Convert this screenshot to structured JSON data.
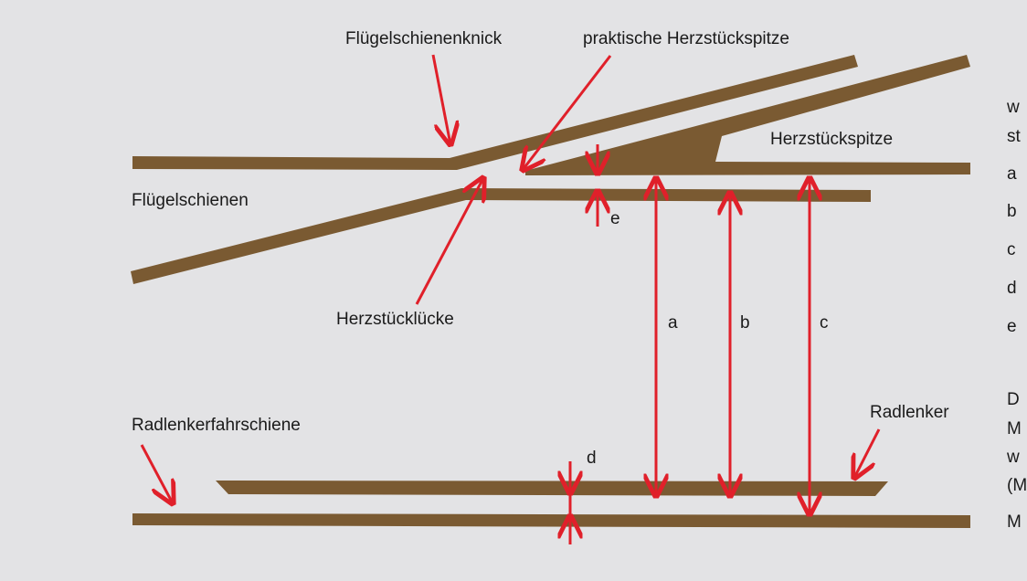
{
  "labels": {
    "fluegelschienenknick": "Flügelschienenknick",
    "praktische_herzstueckspitze": "praktische Herzstückspitze",
    "herzstueckspitze": "Herzstückspitze",
    "fluegelschienen": "Flügelschienen",
    "herzstuecklucke": "Herzstücklücke",
    "radlenkerfahrschiene": "Radlenkerfahrschiene",
    "radlenker": "Radlenker",
    "dim_a": "a",
    "dim_b": "b",
    "dim_c": "c",
    "dim_d": "d",
    "dim_e": "e"
  },
  "side_text": {
    "lines": [
      "w",
      "st",
      "a",
      "b",
      "c",
      "d",
      "e",
      "D",
      "M",
      "w",
      "(M",
      "M"
    ]
  },
  "colors": {
    "background": "#e3e3e5",
    "rail": "#7a5a32",
    "annotation": "#e0202a",
    "text": "#1a1a1a"
  }
}
